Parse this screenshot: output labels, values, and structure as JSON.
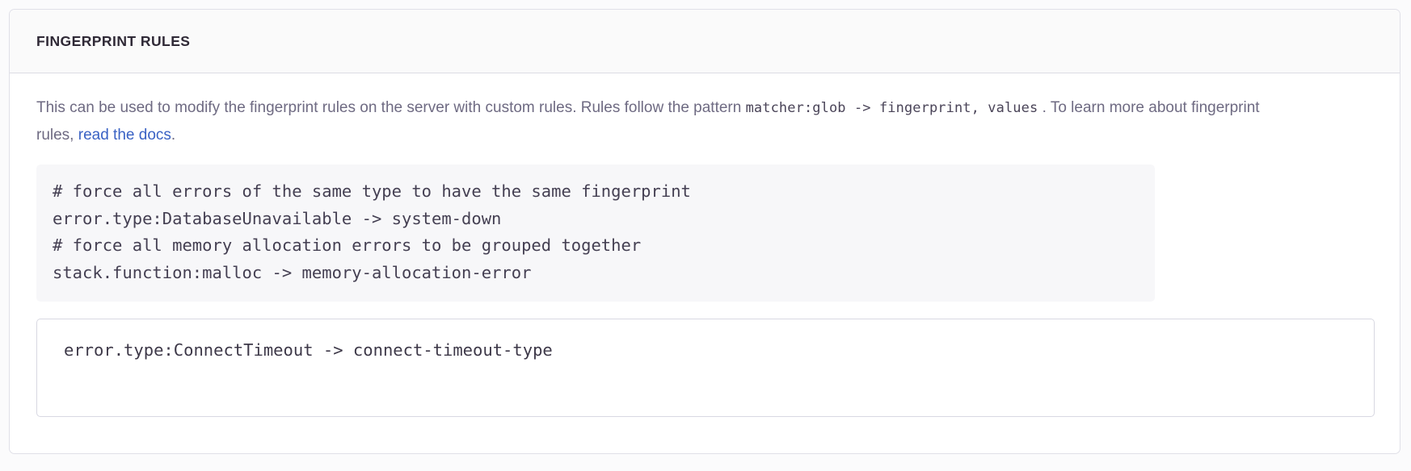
{
  "panel": {
    "title": "FINGERPRINT RULES",
    "description": {
      "text_before_code": "This can be used to modify the fingerprint rules on the server with custom rules. Rules follow the pattern ",
      "inline_code_1": "matcher:glob -> fingerprint, values",
      "text_between": " . To learn more about fingerprint rules, ",
      "link_label": "read the docs",
      "text_after_link": "."
    },
    "code_sample_lines": [
      "# force all errors of the same type to have the same fingerprint",
      "error.type:DatabaseUnavailable -> system-down",
      "# force all memory allocation errors to be grouped together",
      "stack.function:malloc -> memory-allocation-error"
    ],
    "rules_input": {
      "value": "error.type:ConnectTimeout -> connect-timeout-type",
      "placeholder": ""
    }
  },
  "colors": {
    "link": "#3a62c4",
    "title": "#2f2936",
    "body_text": "#6e6a82",
    "code_bg": "#f7f7f9",
    "panel_border": "#e0e0e8"
  }
}
